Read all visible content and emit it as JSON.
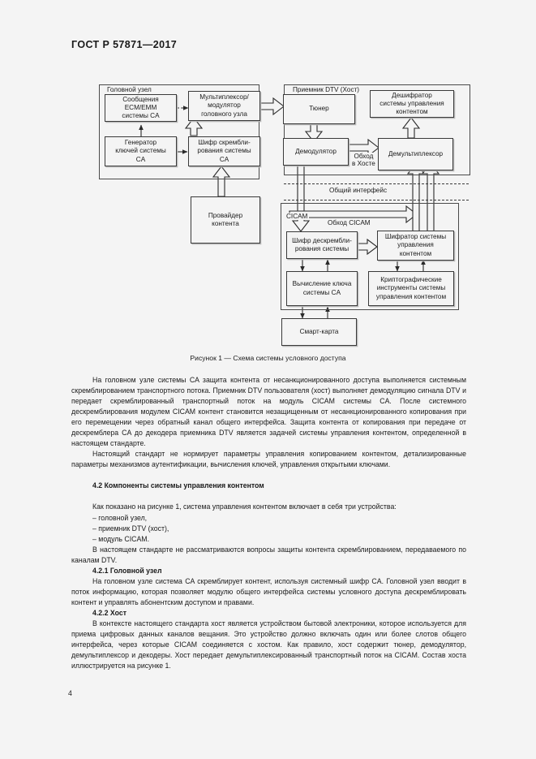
{
  "header": {
    "standard_id": "ГОСТ Р 57871—2017"
  },
  "figure": {
    "caption": "Рисунок 1 — Схема системы условного доступа",
    "groups": [
      {
        "id": "headend",
        "label": "Головной узел"
      },
      {
        "id": "dtv_receiver",
        "label": "Приемник DTV (Хост)"
      },
      {
        "id": "cicam",
        "label": "CICAM"
      }
    ],
    "boxes": [
      {
        "id": "ecm_emm",
        "label": "Сообщения\nECM/EMM\nсистемы CA"
      },
      {
        "id": "mux_mod",
        "label": "Мультиплексор/\nмодулятор\nголовного узла"
      },
      {
        "id": "key_gen",
        "label": "Генератор\nключей системы\nCA"
      },
      {
        "id": "scramble_cipher",
        "label": "Шифр скрембли-\nрования системы\nCA"
      },
      {
        "id": "content_provider",
        "label": "Провайдер\nконтента"
      },
      {
        "id": "tuner",
        "label": "Тюнер"
      },
      {
        "id": "decryptor_cms",
        "label": "Дешифратор\nсистемы управления\nконтентом"
      },
      {
        "id": "demodulator",
        "label": "Демодулятор"
      },
      {
        "id": "demultiplexer",
        "label": "Демультиплексор"
      },
      {
        "id": "descramble_cipher",
        "label": "Шифр дескрембли-\nрования системы"
      },
      {
        "id": "encryptor_cms",
        "label": "Шифратор системы\nуправления\nконтентом"
      },
      {
        "id": "key_calc",
        "label": "Вычисление ключа\nсистемы CA"
      },
      {
        "id": "crypto_tools",
        "label": "Криптографические\nинструменты системы\nуправления контентом"
      },
      {
        "id": "smart_card",
        "label": "Смарт-карта"
      }
    ],
    "labels": [
      {
        "id": "host_bypass",
        "text": "Обход\nв Хосте"
      },
      {
        "id": "common_interface",
        "text": "Общий интерфейс"
      },
      {
        "id": "cicam_bypass",
        "text": "Обход CICAM"
      }
    ]
  },
  "body": {
    "paragraphs": [
      "На головном узле системы CA защита контента от несанкционированного доступа выполняется системным скремблированием транспортного потока. Приемник DTV пользователя (хост) выполняет демодуляцию сигнала DTV и передает скремблированный транспортный поток на модуль CICAM системы CA. После системного дескремблирования модулем CICAM контент становится незащищенным от несанкционированного копирования при его перемещении через обратный канал общего интерфейса. Защита контента от копирования при передаче от дескремблера CA до декодера приемника DTV является задачей системы управления контентом, определенной в настоящем стандарте.",
      "Настоящий стандарт не нормирует параметры управления копированием контентом, детализированные параметры механизмов аутентификации, вычисления ключей, управления открытыми ключами."
    ],
    "section_4_2_heading": "4.2 Компоненты системы управления контентом",
    "intro_4_2": "Как показано на рисунке 1, система управления контентом включает в себя три устройства:",
    "list_items": [
      "–  головной узел,",
      "–  приемник DTV (хост),",
      "–  модуль CICAM."
    ],
    "after_list": "В настоящем стандарте не рассматриваются вопросы защиты контента скремблированием, передаваемого по каналам DTV.",
    "section_4_2_1_heading": "4.2.1 Головной узел",
    "paragraph_4_2_1": "На головном узле система CA скремблирует контент, используя системный шифр CA. Головной узел вводит в поток информацию, которая позволяет модулю общего интерфейса системы условного доступа дескремблировать контент и управлять абонентским доступом и правами.",
    "section_4_2_2_heading": "4.2.2 Хост",
    "paragraph_4_2_2": "В контексте настоящего стандарта хост является устройством бытовой электроники, которое используется для приема цифровых данных каналов вещания. Это устройство должно включать один или более слотов общего интерфейса, через которые CICAM соединяется с хостом. Как правило, хост содержит тюнер, демодулятор, демультиплексор и декодеры. Хост передает демультиплексированный транспортный поток на CICAM. Состав хоста иллюстрируется на рисунке 1."
  },
  "footer": {
    "page_number": "4"
  }
}
